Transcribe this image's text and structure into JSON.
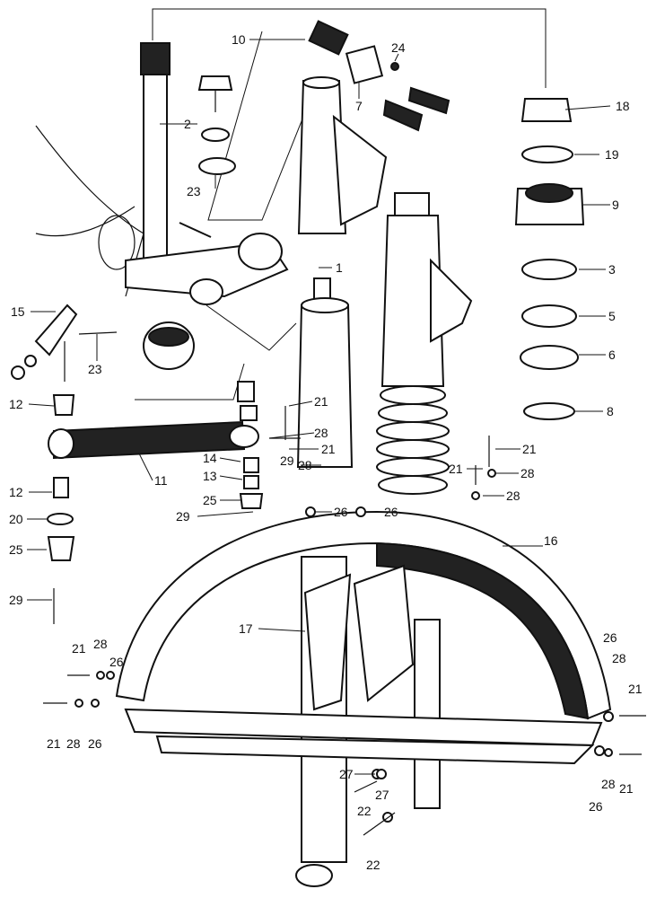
{
  "diagram": {
    "subject": "Front fork, steering stem, fender and handlebar lock assembly - exploded parts view",
    "callouts": [
      {
        "id": "c1",
        "label": "1"
      },
      {
        "id": "c2",
        "label": "2"
      },
      {
        "id": "c3",
        "label": "3"
      },
      {
        "id": "c5",
        "label": "5"
      },
      {
        "id": "c6",
        "label": "6"
      },
      {
        "id": "c7",
        "label": "7"
      },
      {
        "id": "c8",
        "label": "8"
      },
      {
        "id": "c9",
        "label": "9"
      },
      {
        "id": "c10",
        "label": "10"
      },
      {
        "id": "c11",
        "label": "11"
      },
      {
        "id": "c12a",
        "label": "12"
      },
      {
        "id": "c12b",
        "label": "12"
      },
      {
        "id": "c13",
        "label": "13"
      },
      {
        "id": "c14",
        "label": "14"
      },
      {
        "id": "c15",
        "label": "15"
      },
      {
        "id": "c16",
        "label": "16"
      },
      {
        "id": "c17",
        "label": "17"
      },
      {
        "id": "c18",
        "label": "18"
      },
      {
        "id": "c19",
        "label": "19"
      },
      {
        "id": "c20",
        "label": "20"
      },
      {
        "id": "c21a",
        "label": "21"
      },
      {
        "id": "c21b",
        "label": "21"
      },
      {
        "id": "c21c",
        "label": "21"
      },
      {
        "id": "c21d",
        "label": "21"
      },
      {
        "id": "c21e",
        "label": "21"
      },
      {
        "id": "c21f",
        "label": "21"
      },
      {
        "id": "c21g",
        "label": "21"
      },
      {
        "id": "c21h",
        "label": "21"
      },
      {
        "id": "c22a",
        "label": "22"
      },
      {
        "id": "c22b",
        "label": "22"
      },
      {
        "id": "c23a",
        "label": "23"
      },
      {
        "id": "c23b",
        "label": "23"
      },
      {
        "id": "c24",
        "label": "24"
      },
      {
        "id": "c25a",
        "label": "25"
      },
      {
        "id": "c25b",
        "label": "25"
      },
      {
        "id": "c26a",
        "label": "26"
      },
      {
        "id": "c26b",
        "label": "26"
      },
      {
        "id": "c26c",
        "label": "26"
      },
      {
        "id": "c26d",
        "label": "26"
      },
      {
        "id": "c26e",
        "label": "26"
      },
      {
        "id": "c26f",
        "label": "26"
      },
      {
        "id": "c27a",
        "label": "27"
      },
      {
        "id": "c27b",
        "label": "27"
      },
      {
        "id": "c28a",
        "label": "28"
      },
      {
        "id": "c28b",
        "label": "28"
      },
      {
        "id": "c28c",
        "label": "28"
      },
      {
        "id": "c28d",
        "label": "28"
      },
      {
        "id": "c28e",
        "label": "28"
      },
      {
        "id": "c28f",
        "label": "28"
      },
      {
        "id": "c28g",
        "label": "28"
      },
      {
        "id": "c28h",
        "label": "28"
      },
      {
        "id": "c29a",
        "label": "29"
      },
      {
        "id": "c29b",
        "label": "29"
      },
      {
        "id": "c29c",
        "label": "29"
      }
    ]
  }
}
